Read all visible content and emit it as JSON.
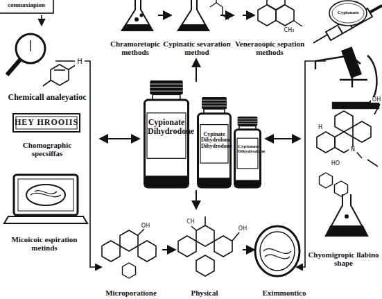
{
  "diagram": {
    "nodes": [
      {
        "text": [
          "conmaxiapion"
        ]
      },
      {
        "text": [
          "Cypionate"
        ]
      },
      {
        "text": [
          "HEY HROOIIS"
        ]
      },
      {
        "text": [
          "Cypionate Dihydrodone"
        ]
      },
      {
        "text": [
          "Cypinate Dihydrolone Dihydrodone"
        ]
      },
      {
        "text": [
          "Cypionate Dihydrodone"
        ]
      }
    ],
    "labels": [
      "Chramoretopic methods",
      "Cypinatic sevaration method",
      "Veneraoopic sepation methods",
      "Chemicall analeyatioc",
      "Chomographic specsiffas",
      "Micoicoic espiration metinds",
      "Microporatione",
      "Physical",
      "Eximmontico",
      "Chyomigropic llabino shape",
      "H",
      "CH₃",
      "OH",
      "CH",
      "OH",
      "HO",
      "N",
      "H",
      "OH"
    ]
  }
}
